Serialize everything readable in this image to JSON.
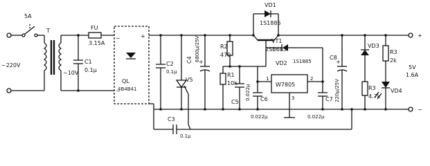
{
  "labels": {
    "fuse_top": "5A",
    "transformer": "T",
    "input_voltage": "~220V",
    "fuse_fu": "FU",
    "fuse_rating": "3.15A",
    "secondary_voltage": "~10V",
    "c1_name": "C1",
    "c1_value": "0.1μ",
    "bridge_name": "QL",
    "bridge_part": "4B4B41",
    "c2_name": "C2",
    "c2_value": "0.1μ",
    "c4_name": "C4",
    "c4_value": "6800μ/25V",
    "v5": "V5",
    "c3_name": "C3",
    "c3_value": "0.1μ",
    "r2_name": "R2",
    "r2_value": "470",
    "r1_name": "R1",
    "r1_value": "10k",
    "c5_name": "C5",
    "c5_value": "0.022μ",
    "vd1_name": "VD1",
    "vd1_part": "1S1885",
    "vt1_name": "VT1",
    "vt1_part": "2SB683",
    "vd2_name": "VD2",
    "vd2_part": "1S1885",
    "regulator": "W7805",
    "pin1": "1",
    "pin2": "2",
    "pin3": "3",
    "c6_name": "C6",
    "c6_value": "0.022μ",
    "c7_name": "C7",
    "c7_value": "0.022μ",
    "c8_name": "C8",
    "c8_value": "220μ/25V",
    "vd3_name": "VD3",
    "r3_name": "R3",
    "r3_value": "2k",
    "r3b_name": "R3",
    "r3b_value": "4.7k",
    "vd4_name": "VD4",
    "out_voltage": "5V",
    "out_current": "1.6A",
    "plus": "+",
    "minus": "−",
    "tilde": "~"
  }
}
